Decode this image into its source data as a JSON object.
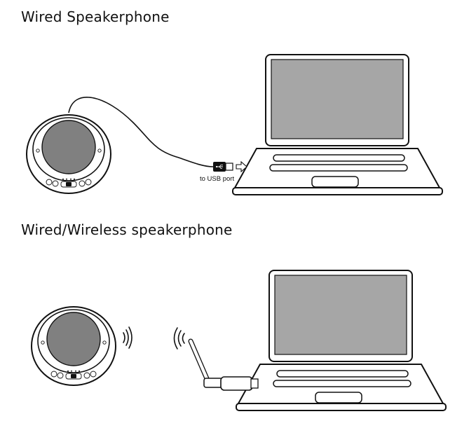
{
  "sections": {
    "wired": {
      "title": "Wired Speakerphone",
      "port_label": "to USB port"
    },
    "wireless": {
      "title": "Wired/Wireless speakerphone"
    }
  },
  "colors": {
    "speaker_grille": "#808080",
    "laptop_screen": "#a6a6a6",
    "ink": "#111111"
  },
  "icons": [
    "speakerphone-device",
    "laptop",
    "usb-plug",
    "arrow-right",
    "wireless-waves",
    "usb-dongle",
    "antenna"
  ]
}
